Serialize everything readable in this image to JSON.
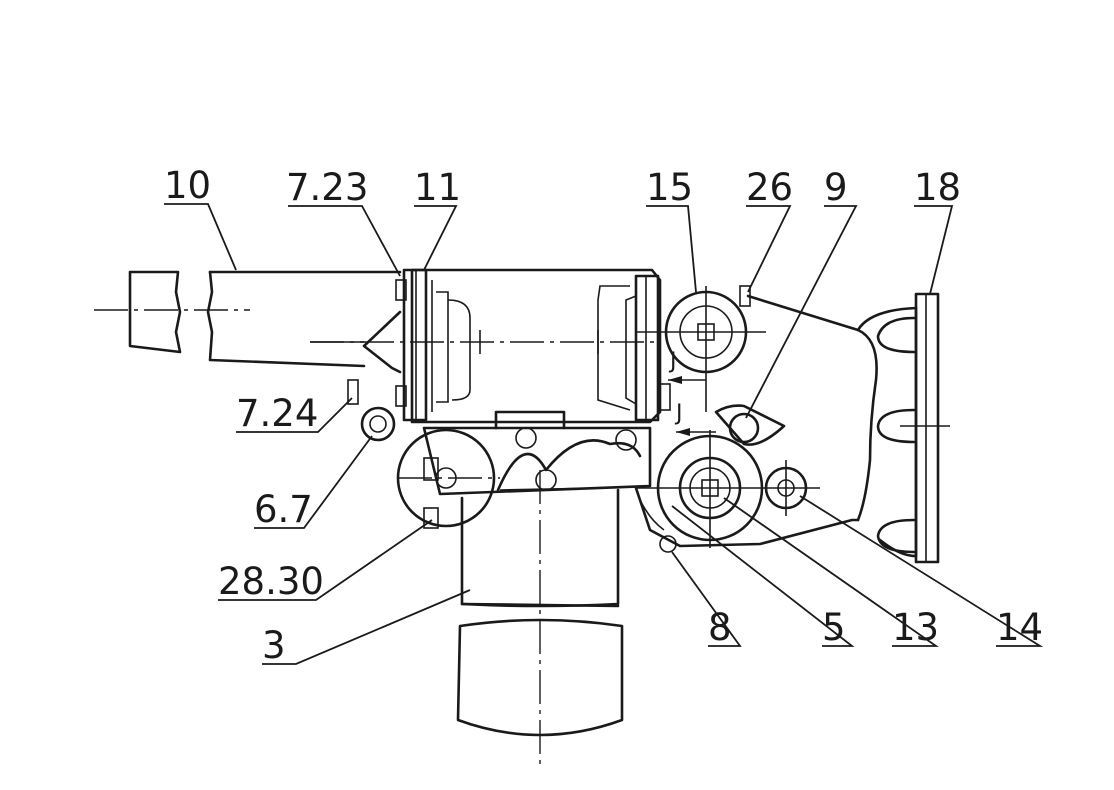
{
  "callouts": {
    "c10": "10",
    "c723": "7.23",
    "c11": "11",
    "c15": "15",
    "c26": "26",
    "c9": "9",
    "c18": "18",
    "c724": "7.24",
    "c67": "6.7",
    "c2830": "28.30",
    "c3": "3",
    "c8": "8",
    "c5": "5",
    "c13": "13",
    "c14": "14"
  },
  "section_marks": {
    "upper": "J",
    "lower": "J"
  }
}
